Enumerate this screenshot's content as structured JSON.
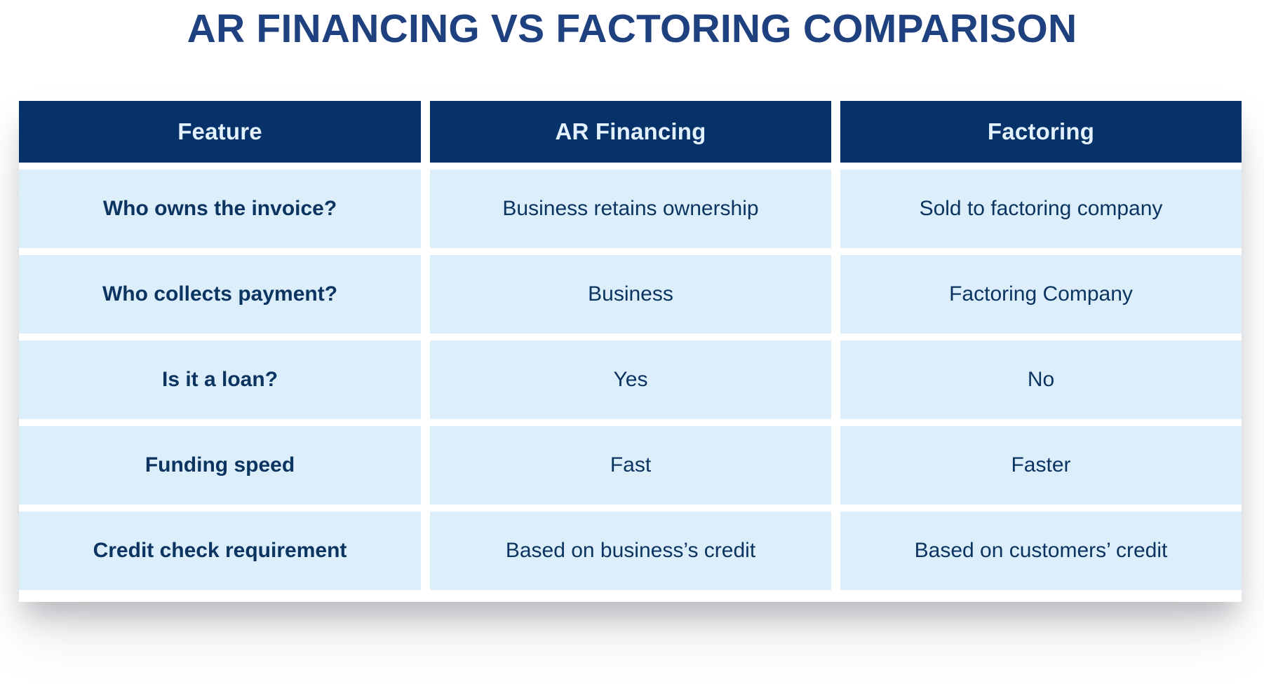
{
  "page": {
    "title": "AR Financing vs Factoring Comparison",
    "background_color": "#FFFFFF"
  },
  "heading": {
    "text": "AR FINANCING VS FACTORING COMPARISON",
    "color": "#1F4180"
  },
  "colors": {
    "heading": "#1F4180",
    "header_background": "#063269",
    "header_text": "#E3F1FD",
    "row_background": "#DDEEFB",
    "row_text": "#0B3461",
    "gap": "#FFFFFF"
  },
  "table": {
    "columns": [
      {
        "key": "feature",
        "label": "Feature"
      },
      {
        "key": "ar_financing",
        "label": "AR Financing"
      },
      {
        "key": "factoring",
        "label": "Factoring"
      }
    ],
    "rows": [
      {
        "feature": "Who owns the invoice?",
        "ar_financing": "Business retains ownership",
        "factoring": "Sold to factoring company"
      },
      {
        "feature": "Who collects payment?",
        "ar_financing": "Business",
        "factoring": "Factoring Company"
      },
      {
        "feature": "Is it a loan?",
        "ar_financing": "Yes",
        "factoring": "No"
      },
      {
        "feature": "Funding speed",
        "ar_financing": "Fast",
        "factoring": "Faster"
      },
      {
        "feature": "Credit check requirement",
        "ar_financing": "Based on business’s credit",
        "factoring": "Based on customers’ credit"
      }
    ]
  }
}
